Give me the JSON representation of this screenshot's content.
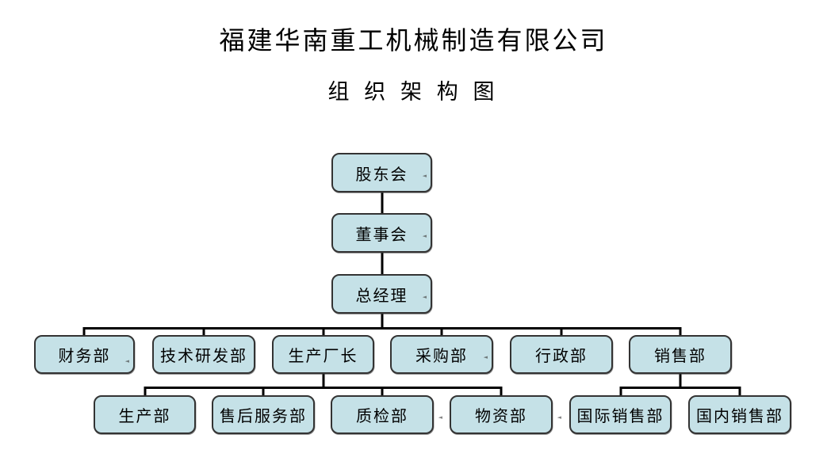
{
  "header": {
    "title": "福建华南重工机械制造有限公司",
    "subtitle": "组 织 架 构 图"
  },
  "org": {
    "nodes": [
      {
        "label": "股东会",
        "reports_to": null
      },
      {
        "label": "董事会",
        "reports_to": "股东会"
      },
      {
        "label": "总经理",
        "reports_to": "董事会"
      },
      {
        "label": "财务部",
        "reports_to": "总经理"
      },
      {
        "label": "技术研发部",
        "reports_to": "总经理"
      },
      {
        "label": "生产厂长",
        "reports_to": "总经理"
      },
      {
        "label": "采购部",
        "reports_to": "总经理"
      },
      {
        "label": "行政部",
        "reports_to": "总经理"
      },
      {
        "label": "销售部",
        "reports_to": "总经理"
      },
      {
        "label": "生产部",
        "reports_to": "生产厂长"
      },
      {
        "label": "售后服务部",
        "reports_to": "生产厂长"
      },
      {
        "label": "质检部",
        "reports_to": "生产厂长"
      },
      {
        "label": "物资部",
        "reports_to": "生产厂长"
      },
      {
        "label": "国际销售部",
        "reports_to": "销售部"
      },
      {
        "label": "国内销售部",
        "reports_to": "销售部"
      }
    ]
  },
  "ui": {
    "line_break_mark": "◄"
  },
  "colors": {
    "box_fill": "#c5e1e7",
    "box_border": "#333333",
    "connector": "#000000",
    "background": "#ffffff"
  }
}
